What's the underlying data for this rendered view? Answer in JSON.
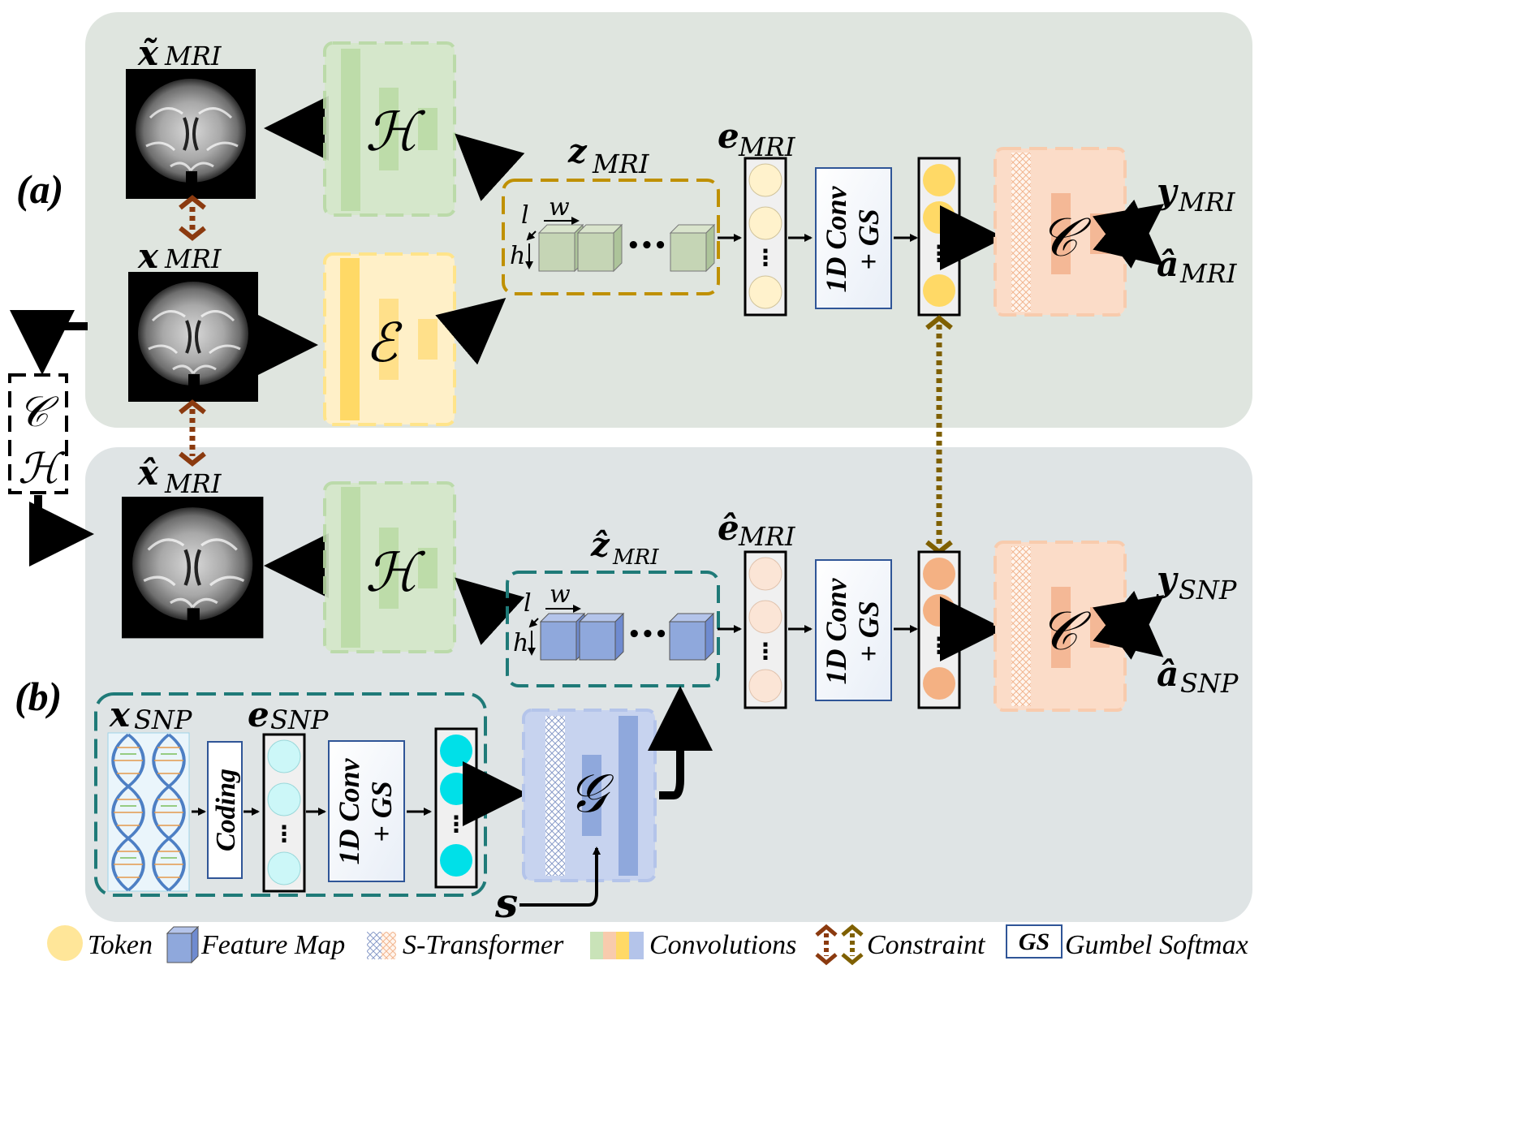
{
  "panels": {
    "a": {
      "label": "(a)"
    },
    "b": {
      "label": "(b)"
    }
  },
  "math": {
    "x": "x",
    "xt": "x̃",
    "xh": "x̂",
    "z": "z",
    "zh": "ẑ",
    "e": "e",
    "eh": "ê",
    "y": "y",
    "ah": "â",
    "s": "s",
    "sub_mri": "MRI",
    "sub_snp": "SNP",
    "l": "l",
    "w": "w",
    "h": "h",
    "dots": "•••",
    "vdots": "⋮"
  },
  "modules": {
    "H": "ℋ",
    "E": "ℰ",
    "C": "𝒞",
    "G": "𝒢",
    "conv_line1": "1D Conv",
    "conv_line2": "+ GS",
    "coding": "Coding"
  },
  "legend": {
    "token": "Token",
    "feature_map": "Feature Map",
    "s_transformer": "S-Transformer",
    "convolutions": "Convolutions",
    "constraint": "Constraint",
    "gs_box": "GS",
    "gumbel": "Gumbel Softmax"
  },
  "colors": {
    "panel_a": "#dfe5df",
    "panel_b": "#dfe4e5",
    "decoder_green": "#c9e3b8",
    "encoder_yellow": "#ffd966",
    "classifier_orange": "#f8cbad",
    "token_light": "#fff2cc",
    "token_yellow": "#ffd966",
    "token_peach": "#fbe5d6",
    "token_orange": "#f4b183",
    "token_cyan": "#00e0e8",
    "token_lightcyan": "#ccf7f8",
    "fm_green": "#c5d5b5",
    "fm_blue": "#8fa8dc",
    "gen_blue": "#b4c4ea",
    "constraint_brown": "#8b3a0f",
    "constraint_olive": "#7f6000",
    "border_gold": "#bf9000",
    "border_teal": "#1f7a78"
  }
}
